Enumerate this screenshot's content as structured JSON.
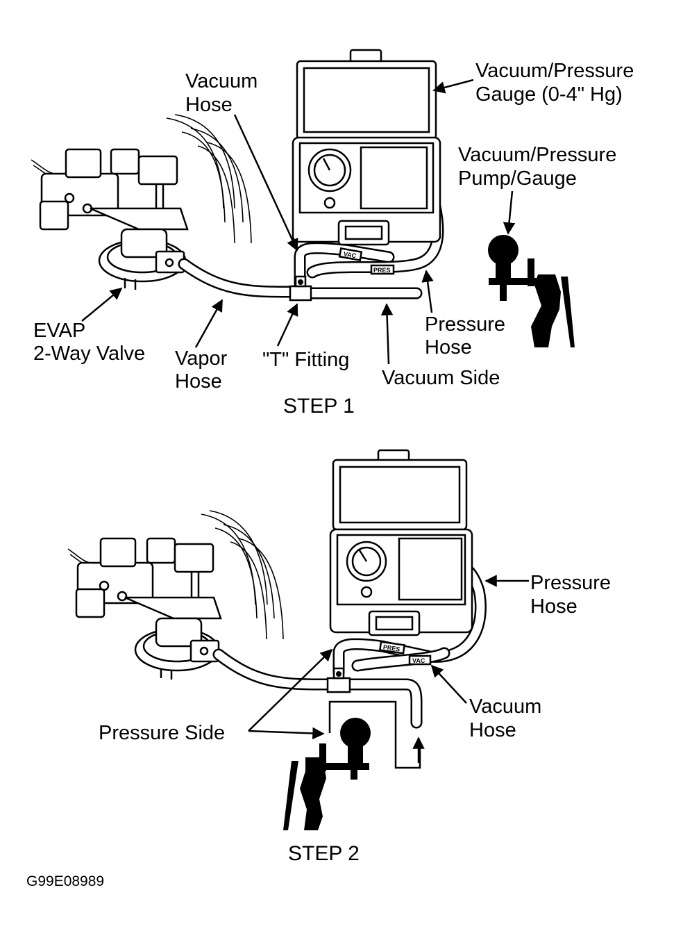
{
  "step1": {
    "title": "STEP 1",
    "labels": {
      "vacuum_hose": [
        "Vacuum",
        "Hose"
      ],
      "gauge": [
        "Vacuum/Pressure",
        "Gauge (0-4\" Hg)"
      ],
      "pump": [
        "Vacuum/Pressure",
        "Pump/Gauge"
      ],
      "evap_valve": [
        "EVAP",
        "2-Way Valve"
      ],
      "vapor_hose": [
        "Vapor",
        "Hose"
      ],
      "t_fitting": "\"T\" Fitting",
      "pressure_hose": [
        "Pressure",
        "Hose"
      ],
      "vacuum_side": "Vacuum Side"
    },
    "hose_tags": {
      "vac": "VAC",
      "pres": "PRES"
    }
  },
  "step2": {
    "title": "STEP 2",
    "labels": {
      "pressure_hose": [
        "Pressure",
        "Hose"
      ],
      "vacuum_hose": [
        "Vacuum",
        "Hose"
      ],
      "pressure_side": "Pressure Side"
    },
    "hose_tags": {
      "vac": "VAC",
      "pres": "PRES"
    }
  },
  "figure_id": "G99E08989"
}
